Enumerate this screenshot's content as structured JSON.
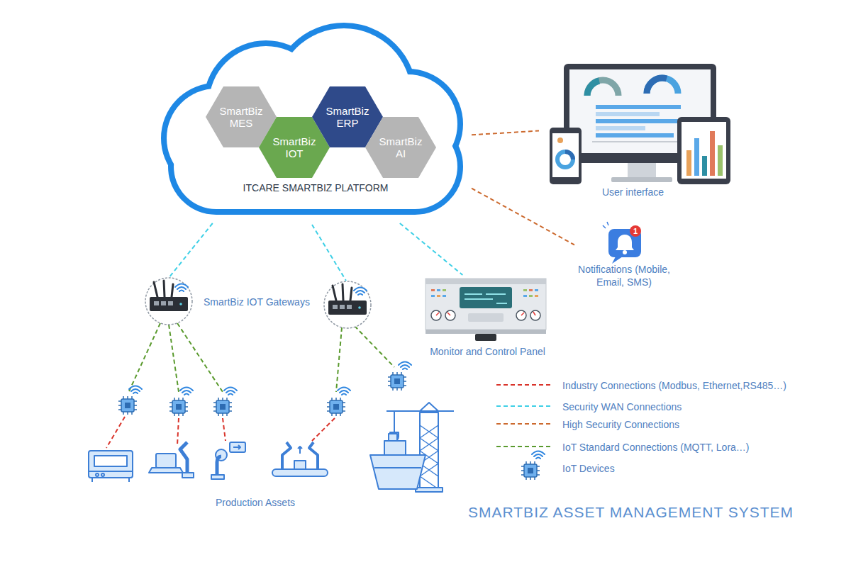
{
  "diagram": {
    "title": "SMARTBIZ ASSET MANAGEMENT SYSTEM",
    "nodes": [
      {
        "text": [
          "ITCARE SMARTBIZ PLATFORM"
        ]
      },
      {
        "text": [
          "SmartBiz MES"
        ],
        "in": 0
      },
      {
        "text": [
          "SmartBiz IOT"
        ],
        "in": 0
      },
      {
        "text": [
          "SmartBiz ERP"
        ],
        "in": 0
      },
      {
        "text": [
          "SmartBiz AI"
        ],
        "in": 0
      },
      {
        "text": [
          "User interface"
        ]
      },
      {
        "text": [
          "Notifications (Mobile, Email, SMS)"
        ]
      },
      {
        "text": [
          "SmartBiz IOT Gateways"
        ]
      },
      {
        "text": [
          "Monitor and Control Panel"
        ]
      }
    ],
    "edges": [
      {
        "from": 0,
        "to": 7,
        "arrow": "none"
      },
      {
        "from": 0,
        "to": 8,
        "arrow": "none"
      },
      {
        "from": 0,
        "to": 5,
        "arrow": "none"
      },
      {
        "from": 0,
        "to": 6,
        "arrow": "none"
      }
    ],
    "labels": [
      "1",
      "Production Assets"
    ],
    "legend": [
      {
        "text": "Industry Connections (Modbus, Ethernet,RS485…)"
      },
      {
        "text": "Security WAN Connections"
      },
      {
        "text": "High Security Connections"
      },
      {
        "text": "IoT Standard Connections (MQTT, Lora…)"
      },
      {
        "text": "IoT Devices"
      }
    ]
  }
}
